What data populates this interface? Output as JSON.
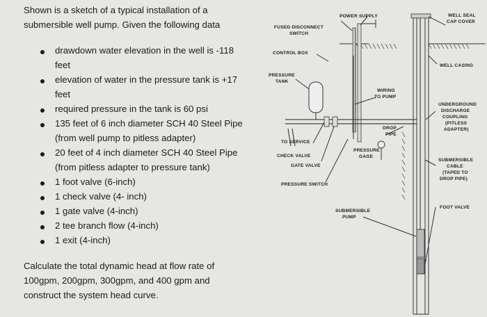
{
  "problem": {
    "intro_line1": "Shown is a sketch of a typical installation of a",
    "intro_line2": "submersible well pump.  Given the following data",
    "items": [
      {
        "lines": [
          "drawdown water elevation in the well is -118",
          "feet"
        ]
      },
      {
        "lines": [
          "elevation of water in the pressure tank is +17",
          "feet"
        ]
      },
      {
        "lines": [
          "required pressure in the tank is 60 psi"
        ]
      },
      {
        "lines": [
          "135 feet of 6 inch diameter SCH 40 Steel Pipe",
          "(from well pump to pitless adapter)"
        ]
      },
      {
        "lines": [
          "20 feet of 4 inch diameter SCH 40 Steel Pipe",
          "(from pitless adapter to pressure tank)"
        ]
      },
      {
        "lines": [
          "1 foot valve (6-inch)"
        ]
      },
      {
        "lines": [
          "1 check valve (4- inch)"
        ]
      },
      {
        "lines": [
          "1 gate valve (4-inch)"
        ]
      },
      {
        "lines": [
          "2 tee branch flow (4-inch)"
        ]
      },
      {
        "lines": [
          "1 exit (4-inch)"
        ]
      }
    ],
    "task_line1": "Calculate the total dynamic head at flow rate of",
    "task_line2": "100gpm, 200gpm, 300gpm, and 400 gpm and",
    "task_line3": "construct the system head curve."
  },
  "sketch": {
    "power_supply": "POWER SUPPLY",
    "fused_disconnect_1": "FUSED DISCONNECT",
    "fused_disconnect_2": "SWITCH",
    "control_box": "CONTROL BOX",
    "pressure_tank_1": "PRESSURE",
    "pressure_tank_2": "TANK",
    "wiring_1": "WIRING",
    "wiring_2": "TO PUMP",
    "to_service": "TO SERVICE",
    "check_valve": "CHECK VALVE",
    "gate_valve": "GATE VALVE",
    "pressure_switch": "PRESSURE SWITCH",
    "drop_pipe_1": "DROP",
    "drop_pipe_2": "PIPE",
    "pressure_gage_1": "PRESSURE",
    "pressure_gage_2": "GAGE",
    "submersible_pump_1": "SUBMERSIBLE",
    "submersible_pump_2": "PUMP",
    "well_seal_1": "WELL SEAL",
    "well_seal_2": "CAP COVER",
    "well_casing": "WELL CASING",
    "underground_1": "UNDERGROUND",
    "underground_2": "DISCHARGE",
    "underground_3": "COUPLING",
    "underground_4": "(PITLESS",
    "underground_5": "ADAPTER)",
    "cable_1": "SUBMERSIBLE",
    "cable_2": "CABLE",
    "cable_3": "(TAPED TO",
    "cable_4": "DROP PIPE)",
    "foot_valve": "FOOT VALVE"
  }
}
